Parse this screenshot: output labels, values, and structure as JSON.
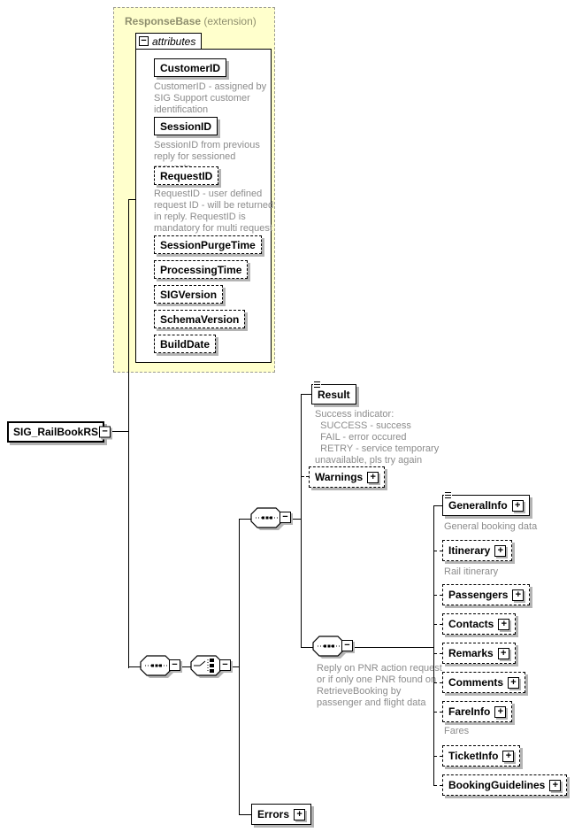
{
  "icons": {
    "collapse": "−",
    "expand": "+"
  },
  "colors": {
    "extension_bg": "#ffffcc",
    "extension_title": "#8f8f6e",
    "annotation_gray": "#8c8c8c",
    "shadow_gray": "#b4b4b4"
  },
  "extension_frame": {
    "title": "ResponseBase",
    "title_suffix": " (extension)",
    "attributes_label": "attributes",
    "attributes": [
      {
        "name": "CustomerID",
        "annotation": "CustomerID - assigned by\nSIG Support customer\nidentification"
      },
      {
        "name": "SessionID",
        "annotation": "SessionID from previous\nreply for sessioned requests."
      },
      {
        "name": "RequestID",
        "annotation": "RequestID - user defined\nrequest ID - will be returned\nin reply. RequestID is\nmandatory for multi request"
      },
      {
        "name": "SessionPurgeTime"
      },
      {
        "name": "ProcessingTime"
      },
      {
        "name": "SIGVersion"
      },
      {
        "name": "SchemaVersion"
      },
      {
        "name": "BuildDate"
      }
    ]
  },
  "root_element": {
    "name": "SIG_RailBookRS"
  },
  "result": {
    "name": "Result",
    "annotation": "Success indicator:\n  SUCCESS - success\n  FAIL - error occured\n  RETRY - service temporary\nunavailable, pls try again"
  },
  "warnings": {
    "name": "Warnings"
  },
  "pnr_sequence_annotation": "Reply on PNR action request\nor if only one PNR found on\nRetrieveBooking by\npassenger and flight data",
  "children": [
    {
      "name": "GeneralInfo",
      "annotation": "General booking data"
    },
    {
      "name": "Itinerary",
      "annotation": "Rail itinerary"
    },
    {
      "name": "Passengers"
    },
    {
      "name": "Contacts"
    },
    {
      "name": "Remarks"
    },
    {
      "name": "Comments"
    },
    {
      "name": "FareInfo",
      "annotation": "Fares"
    },
    {
      "name": "TicketInfo"
    },
    {
      "name": "BookingGuidelines"
    }
  ],
  "errors": {
    "name": "Errors"
  }
}
